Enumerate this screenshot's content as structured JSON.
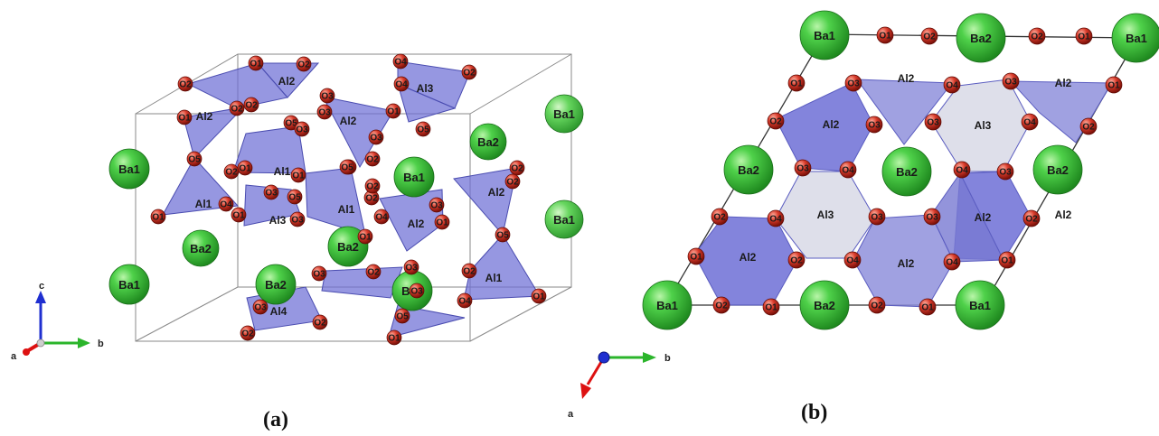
{
  "captions": {
    "a": "(a)",
    "b": "(b)"
  },
  "colors": {
    "barium": "#3fc63f",
    "barium_dark": "#1f8a1f",
    "oxygen": "#d63a2a",
    "al_tetrahedron": "#6d6fd6",
    "al3_tetrahedron": "#c9cbe8",
    "axis_a": "#d11",
    "axis_b": "#2bb52b",
    "axis_c": "#1f2fd0"
  },
  "axes_a": {
    "a": "a",
    "b": "b",
    "c": "c"
  },
  "axes_b": {
    "a": "a",
    "b": "b"
  },
  "panel_a": {
    "ba": [
      "Ba1",
      "Ba1",
      "Ba1",
      "Ba1",
      "Ba1",
      "Ba1",
      "Ba2",
      "Ba2",
      "Ba2",
      "Ba2"
    ],
    "al": [
      "Al2",
      "Al2",
      "Al3",
      "Al2",
      "Al1",
      "Al1",
      "Al3",
      "Al1",
      "Al2",
      "Al2",
      "Al1",
      "Al4"
    ],
    "o": [
      "O1",
      "O2",
      "O4",
      "O2",
      "O2",
      "O1",
      "O3",
      "O3",
      "O2",
      "O4",
      "O1",
      "O5",
      "O2",
      "O1",
      "O3",
      "O5",
      "O5",
      "O1",
      "O2",
      "O1",
      "O3",
      "O5",
      "O1",
      "O2",
      "O4",
      "O1",
      "O3",
      "O3",
      "O2",
      "O2",
      "O5",
      "O1",
      "O3",
      "O2",
      "O4",
      "O3",
      "O2",
      "O3",
      "O5",
      "O2",
      "O1",
      "O3",
      "O2",
      "O4",
      "O5",
      "O1",
      "O3",
      "O2",
      "O1",
      "O2"
    ]
  },
  "panel_b": {
    "ba": [
      "Ba1",
      "Ba2",
      "Ba1",
      "Ba2",
      "Ba2",
      "Ba2",
      "Ba1",
      "Ba2",
      "Ba1"
    ],
    "al": [
      "Al2",
      "Al2",
      "Al2",
      "Al3",
      "Al2",
      "Al3",
      "Al2",
      "Al2",
      "Al2"
    ],
    "o": [
      "O1",
      "O2",
      "O2",
      "O1",
      "O1",
      "O3",
      "O4",
      "O3",
      "O1",
      "O2",
      "O3",
      "O3",
      "O4",
      "O2",
      "O3",
      "O4",
      "O4",
      "O3",
      "O2",
      "O3",
      "O4",
      "O3",
      "O4",
      "O2",
      "O1",
      "O2",
      "O4",
      "O1",
      "O2",
      "O1",
      "O2",
      "O1"
    ]
  }
}
